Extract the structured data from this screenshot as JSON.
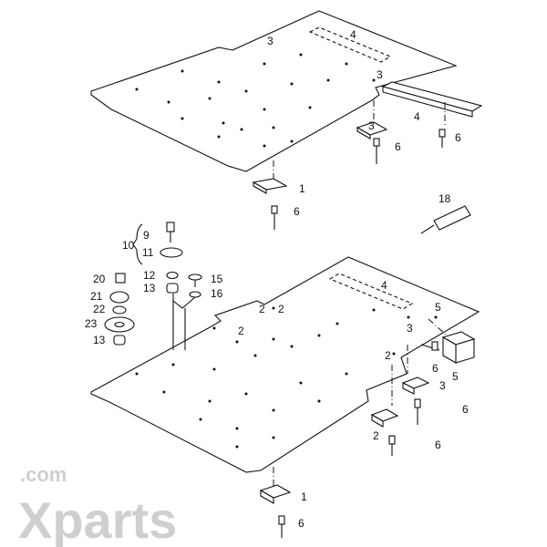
{
  "watermark": {
    "brand": "Xparts",
    "suffix": ".com"
  },
  "callouts": {
    "top": [
      "3",
      "4",
      "3",
      "4",
      "3",
      "6",
      "6",
      "1",
      "6",
      "18"
    ],
    "middle": [
      "9",
      "10",
      "11",
      "12",
      "13",
      "15",
      "16",
      "20",
      "21",
      "22",
      "23",
      "13"
    ],
    "bottom": [
      "4",
      "5",
      "2",
      "2",
      "2",
      "3",
      "2",
      "6",
      "5",
      "3",
      "6",
      "2",
      "6",
      "1",
      "6"
    ]
  }
}
